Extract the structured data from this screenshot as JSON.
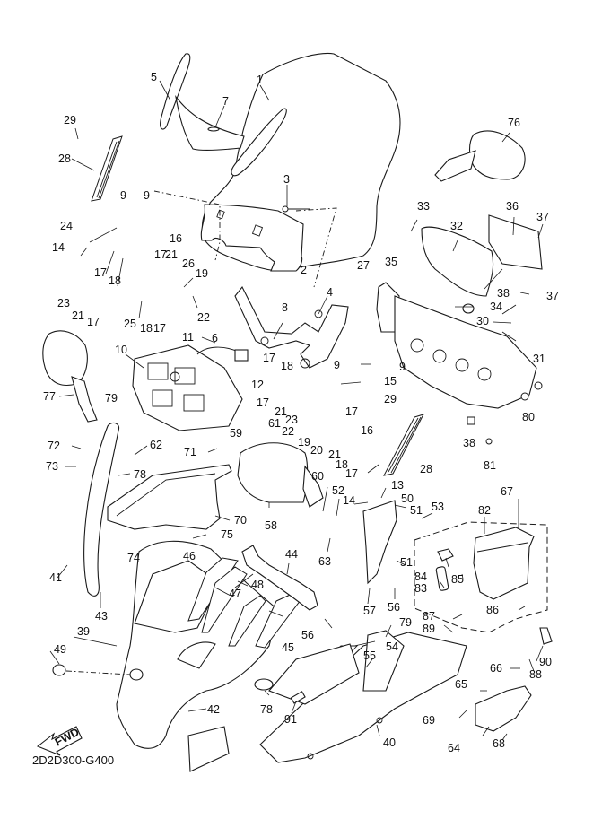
{
  "diagram": {
    "title_code": "2D2D300-G400",
    "fwd_label": "FWD",
    "background": "#ffffff",
    "ink": "#1a1a1a",
    "callouts": [
      {
        "id": "c1",
        "label": "1"
      },
      {
        "id": "c2",
        "label": "2"
      },
      {
        "id": "c3",
        "label": "3"
      },
      {
        "id": "c4",
        "label": "4"
      },
      {
        "id": "c5",
        "label": "5"
      },
      {
        "id": "c6",
        "label": "6"
      },
      {
        "id": "c7",
        "label": "7"
      },
      {
        "id": "c8",
        "label": "8"
      },
      {
        "id": "c9a",
        "label": "9"
      },
      {
        "id": "c9b",
        "label": "9"
      },
      {
        "id": "c9c",
        "label": "9"
      },
      {
        "id": "c9d",
        "label": "9"
      },
      {
        "id": "c10",
        "label": "10"
      },
      {
        "id": "c11",
        "label": "11"
      },
      {
        "id": "c12",
        "label": "12"
      },
      {
        "id": "c13",
        "label": "13"
      },
      {
        "id": "c14a",
        "label": "14"
      },
      {
        "id": "c14b",
        "label": "14"
      },
      {
        "id": "c15",
        "label": "15"
      },
      {
        "id": "c16a",
        "label": "16"
      },
      {
        "id": "c16b",
        "label": "16"
      },
      {
        "id": "c17a",
        "label": "17"
      },
      {
        "id": "c17b",
        "label": "17"
      },
      {
        "id": "c17c",
        "label": "17"
      },
      {
        "id": "c17d",
        "label": "17"
      },
      {
        "id": "c17e",
        "label": "17"
      },
      {
        "id": "c17f",
        "label": "17"
      },
      {
        "id": "c17g",
        "label": "17"
      },
      {
        "id": "c17h",
        "label": "17"
      },
      {
        "id": "c17i",
        "label": "17"
      },
      {
        "id": "c18a",
        "label": "18"
      },
      {
        "id": "c18b",
        "label": "18"
      },
      {
        "id": "c18c",
        "label": "18"
      },
      {
        "id": "c18d",
        "label": "18"
      },
      {
        "id": "c19a",
        "label": "19"
      },
      {
        "id": "c19b",
        "label": "19"
      },
      {
        "id": "c20",
        "label": "20"
      },
      {
        "id": "c21a",
        "label": "21"
      },
      {
        "id": "c21b",
        "label": "21"
      },
      {
        "id": "c21c",
        "label": "21"
      },
      {
        "id": "c21d",
        "label": "21"
      },
      {
        "id": "c22a",
        "label": "22"
      },
      {
        "id": "c22b",
        "label": "22"
      },
      {
        "id": "c23a",
        "label": "23"
      },
      {
        "id": "c23b",
        "label": "23"
      },
      {
        "id": "c24",
        "label": "24"
      },
      {
        "id": "c25",
        "label": "25"
      },
      {
        "id": "c26",
        "label": "26"
      },
      {
        "id": "c27",
        "label": "27"
      },
      {
        "id": "c28a",
        "label": "28"
      },
      {
        "id": "c28b",
        "label": "28"
      },
      {
        "id": "c29a",
        "label": "29"
      },
      {
        "id": "c29b",
        "label": "29"
      },
      {
        "id": "c30",
        "label": "30"
      },
      {
        "id": "c31",
        "label": "31"
      },
      {
        "id": "c32",
        "label": "32"
      },
      {
        "id": "c33",
        "label": "33"
      },
      {
        "id": "c34",
        "label": "34"
      },
      {
        "id": "c35",
        "label": "35"
      },
      {
        "id": "c36",
        "label": "36"
      },
      {
        "id": "c37a",
        "label": "37"
      },
      {
        "id": "c37b",
        "label": "37"
      },
      {
        "id": "c38a",
        "label": "38"
      },
      {
        "id": "c38b",
        "label": "38"
      },
      {
        "id": "c39",
        "label": "39"
      },
      {
        "id": "c40",
        "label": "40"
      },
      {
        "id": "c41",
        "label": "41"
      },
      {
        "id": "c42",
        "label": "42"
      },
      {
        "id": "c43",
        "label": "43"
      },
      {
        "id": "c44",
        "label": "44"
      },
      {
        "id": "c45",
        "label": "45"
      },
      {
        "id": "c46",
        "label": "46"
      },
      {
        "id": "c47",
        "label": "47"
      },
      {
        "id": "c48",
        "label": "48"
      },
      {
        "id": "c49",
        "label": "49"
      },
      {
        "id": "c50",
        "label": "50"
      },
      {
        "id": "c51a",
        "label": "51"
      },
      {
        "id": "c51b",
        "label": "51"
      },
      {
        "id": "c52",
        "label": "52"
      },
      {
        "id": "c53",
        "label": "53"
      },
      {
        "id": "c54",
        "label": "54"
      },
      {
        "id": "c55",
        "label": "55"
      },
      {
        "id": "c56a",
        "label": "56"
      },
      {
        "id": "c56b",
        "label": "56"
      },
      {
        "id": "c57",
        "label": "57"
      },
      {
        "id": "c58",
        "label": "58"
      },
      {
        "id": "c59",
        "label": "59"
      },
      {
        "id": "c60",
        "label": "60"
      },
      {
        "id": "c61",
        "label": "61"
      },
      {
        "id": "c62",
        "label": "62"
      },
      {
        "id": "c63",
        "label": "63"
      },
      {
        "id": "c64",
        "label": "64"
      },
      {
        "id": "c65",
        "label": "65"
      },
      {
        "id": "c66",
        "label": "66"
      },
      {
        "id": "c67",
        "label": "67"
      },
      {
        "id": "c68",
        "label": "68"
      },
      {
        "id": "c69",
        "label": "69"
      },
      {
        "id": "c70",
        "label": "70"
      },
      {
        "id": "c71",
        "label": "71"
      },
      {
        "id": "c72",
        "label": "72"
      },
      {
        "id": "c73",
        "label": "73"
      },
      {
        "id": "c74",
        "label": "74"
      },
      {
        "id": "c75",
        "label": "75"
      },
      {
        "id": "c76",
        "label": "76"
      },
      {
        "id": "c77",
        "label": "77"
      },
      {
        "id": "c78a",
        "label": "78"
      },
      {
        "id": "c78b",
        "label": "78"
      },
      {
        "id": "c79a",
        "label": "79"
      },
      {
        "id": "c79b",
        "label": "79"
      },
      {
        "id": "c80",
        "label": "80"
      },
      {
        "id": "c81",
        "label": "81"
      },
      {
        "id": "c82",
        "label": "82"
      },
      {
        "id": "c83",
        "label": "83"
      },
      {
        "id": "c84",
        "label": "84"
      },
      {
        "id": "c85",
        "label": "85"
      },
      {
        "id": "c86",
        "label": "86"
      },
      {
        "id": "c87",
        "label": "87"
      },
      {
        "id": "c88",
        "label": "88"
      },
      {
        "id": "c89",
        "label": "89"
      },
      {
        "id": "c90",
        "label": "90"
      },
      {
        "id": "c91",
        "label": "91"
      }
    ]
  }
}
